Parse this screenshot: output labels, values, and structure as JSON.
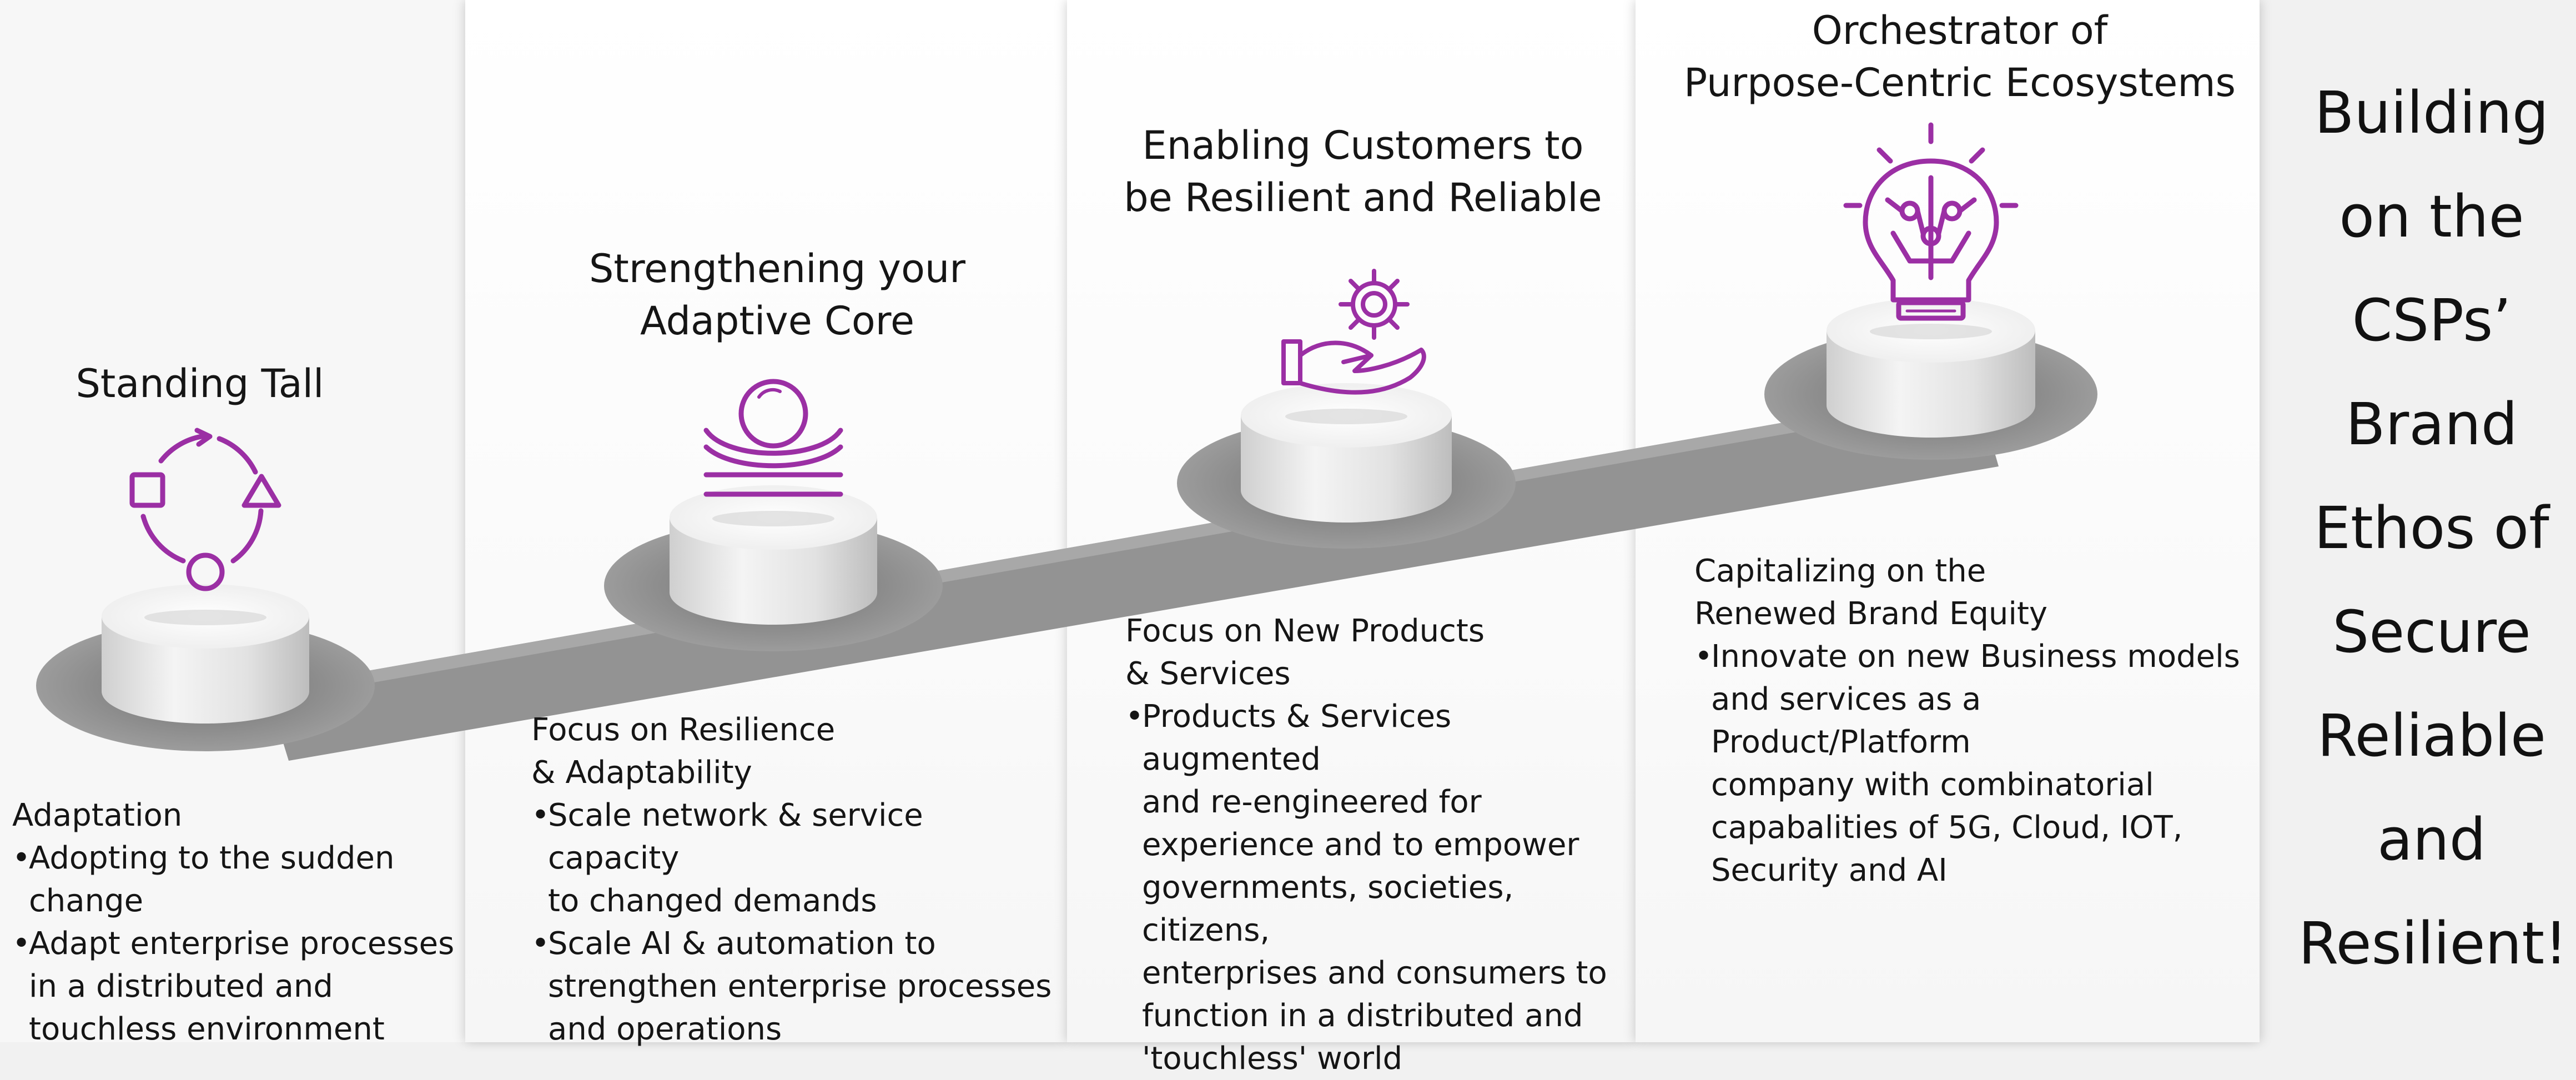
{
  "stages": [
    {
      "title_lines": [
        "Standing Tall"
      ],
      "icon": "cycle-shapes-icon",
      "heading_lines": [
        "Adaptation"
      ],
      "bullets": [
        [
          "Adopting to the sudden",
          "change"
        ],
        [
          "Adapt enterprise processes",
          "in a distributed and",
          "touchless environment"
        ]
      ]
    },
    {
      "title_lines": [
        "Strengthening your",
        "Adaptive Core"
      ],
      "icon": "sphere-waves-icon",
      "heading_lines": [
        "Focus on Resilience",
        "& Adaptability"
      ],
      "bullets": [
        [
          "Scale network & service capacity",
          "to changed demands"
        ],
        [
          "Scale AI & automation to",
          "strengthen enterprise processes",
          "and operations"
        ]
      ]
    },
    {
      "title_lines": [
        "Enabling Customers to",
        "be Resilient and Reliable"
      ],
      "icon": "gear-hand-icon",
      "heading_lines": [
        "Focus on New Products",
        "& Services"
      ],
      "bullets": [
        [
          "Products & Services augmented",
          "and re-engineered for",
          "experience and to empower",
          "governments, societies, citizens,",
          "enterprises and consumers to",
          "function in a distributed and",
          "'touchless' world"
        ]
      ]
    },
    {
      "title_lines": [
        "Orchestrator of",
        "Purpose-Centric Ecosystems"
      ],
      "icon": "brain-bulb-icon",
      "heading_lines": [
        "Capitalizing on the",
        "Renewed Brand Equity"
      ],
      "bullets": [
        [
          "Innovate on new Business models",
          "and services as a Product/Platform",
          "company with combinatorial",
          "capabalities of 5G, Cloud, IOT,",
          "Security and AI"
        ]
      ]
    }
  ],
  "ethos_lines": [
    "Building",
    "on the",
    "CSPs’",
    "Brand",
    "Ethos of",
    "Secure",
    "Reliable",
    "and",
    "Resilient!"
  ],
  "colors": {
    "accent": "#9b2fa4",
    "road": "#8c8c8c",
    "pit": "#9a9a9a",
    "text": "#151515"
  }
}
